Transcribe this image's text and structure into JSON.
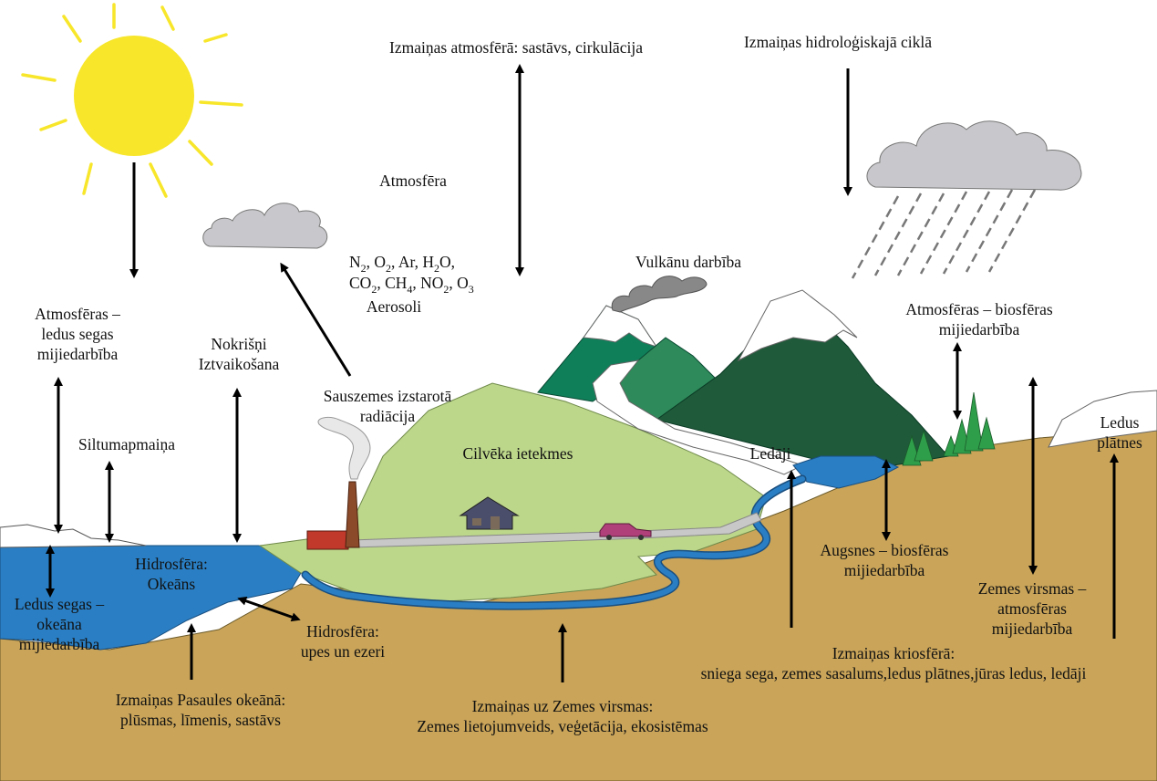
{
  "colors": {
    "sun": "#f7e62a",
    "ocean": "#2a7fc4",
    "river": "#2a7fc4",
    "land": "#c9a459",
    "hill": "#bcd68a",
    "mountain_light": "#0f7f5a",
    "mountain_mid": "#2e8a5a",
    "mountain_dark": "#1f5a3a",
    "cloud": "#c8c8cc",
    "smoke": "#888888",
    "house": "#4a4e6b",
    "car": "#b0407a",
    "factory": "#c0392b",
    "chimney": "#8b4a2a",
    "trees": "#2f9e4a",
    "arrow": "#000000"
  },
  "labels": {
    "atm_changes": "Izmaiņas atmosfērā: sastāvs, cirkulācija",
    "hydro_changes": "Izmaiņas hidroloģiskajā ciklā",
    "atmosphere": "Atmosfēra",
    "gases_line1_parts": [
      "N",
      "2",
      ", O",
      "2",
      ", Ar, H",
      "2",
      "O,"
    ],
    "gases_line2_parts": [
      "CO",
      "2",
      ", CH",
      "4",
      ", NO",
      "2",
      ", O",
      "3"
    ],
    "aerosols": "Aerosoli",
    "volcano": "Vulkānu darbība",
    "atm_ice": [
      "Atmosfēras –",
      "ledus segas",
      "mijiedarbība"
    ],
    "precip": [
      "Nokrišņi",
      "Iztvaikošana"
    ],
    "land_radiation": [
      "Sauszemes izstarotā",
      "radiācija"
    ],
    "heat_exchange": "Siltumapmaiņa",
    "atm_bio": [
      "Atmosfēras – biosfēras",
      "mijiedarbība"
    ],
    "human": "Cilvēka ietekmes",
    "glaciers": "Ledāji",
    "ice_sheets": [
      "Ledus",
      "plātnes"
    ],
    "hydro_ocean": [
      "Hidrosfēra:",
      "Okeāns"
    ],
    "ice_ocean": [
      "Ledus segas –",
      "okeāna",
      "mijiedarbība"
    ],
    "hydro_rivers": [
      "Hidrosfēra:",
      "upes un ezeri"
    ],
    "soil_bio": [
      "Augsnes – biosfēras",
      "mijiedarbība"
    ],
    "surface_atm": [
      "Zemes virsmas –",
      "atmosfēras",
      "mijiedarbība"
    ],
    "cryo_changes": [
      "Izmaiņas kriosfērā:",
      "sniega sega, zemes sasalums,ledus plātnes,jūras ledus, ledāji"
    ],
    "ocean_changes": [
      "Izmaiņas Pasaules okeānā:",
      "plūsmas, līmenis, sastāvs"
    ],
    "surface_changes": [
      "Izmaiņas uz Zemes virsmas:",
      "Zemes lietojumveids, veģetācija, ekosistēmas"
    ]
  }
}
